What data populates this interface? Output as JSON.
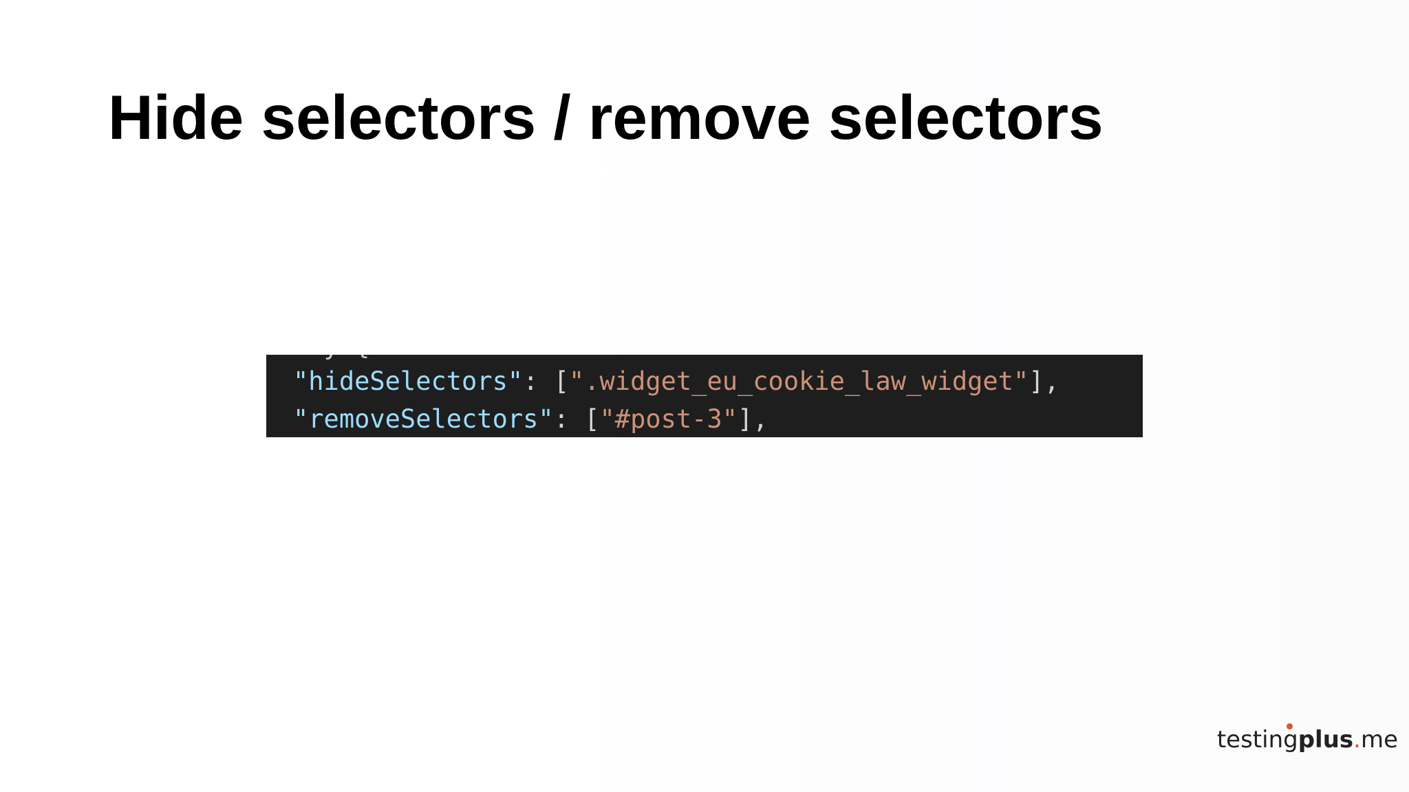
{
  "slide": {
    "title": "Hide selectors / remove selectors"
  },
  "code": {
    "partial_line": "  y {",
    "line1": {
      "key": "\"hideSelectors\"",
      "sep": ": [",
      "value": "\".widget_eu_cookie_law_widget\"",
      "end": "],"
    },
    "line2": {
      "key": "\"removeSelectors\"",
      "sep": ": [",
      "value": "\"#post-3\"",
      "end": "],"
    },
    "colors": {
      "background": "#1e1e1e",
      "key": "#9cdcfe",
      "string": "#ce9178",
      "punctuation": "#d4d4d4"
    }
  },
  "logo": {
    "part_regular": "testing",
    "part_bold": "plus",
    "part_dot": ".",
    "part_suffix": "me",
    "accent_color": "#d9572b"
  }
}
